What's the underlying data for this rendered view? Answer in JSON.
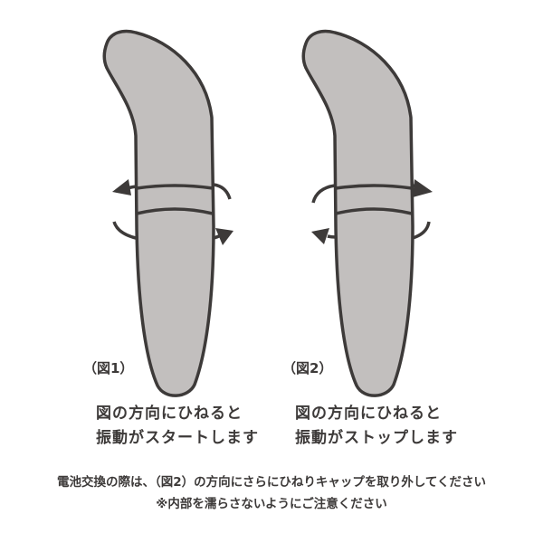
{
  "figures": [
    {
      "label": "（図1）",
      "caption_line1": "図の方向にひねると",
      "caption_line2": "振動がスタートします",
      "rotation": "top-ring-left / bottom-ring-right"
    },
    {
      "label": "（図2）",
      "caption_line1": "図の方向にひねると",
      "caption_line2": "振動がストップします",
      "rotation": "top-ring-right / bottom-ring-left"
    }
  ],
  "notes": {
    "line1": "電池交換の際は、（図2）の方向にさらにひねりキャップを取り外してください",
    "line2": "※内部を濡らさないようにご注意ください"
  },
  "colors": {
    "device_fill": "#c2bfbe",
    "outline": "#3d3a39",
    "text": "#3d3a39"
  }
}
